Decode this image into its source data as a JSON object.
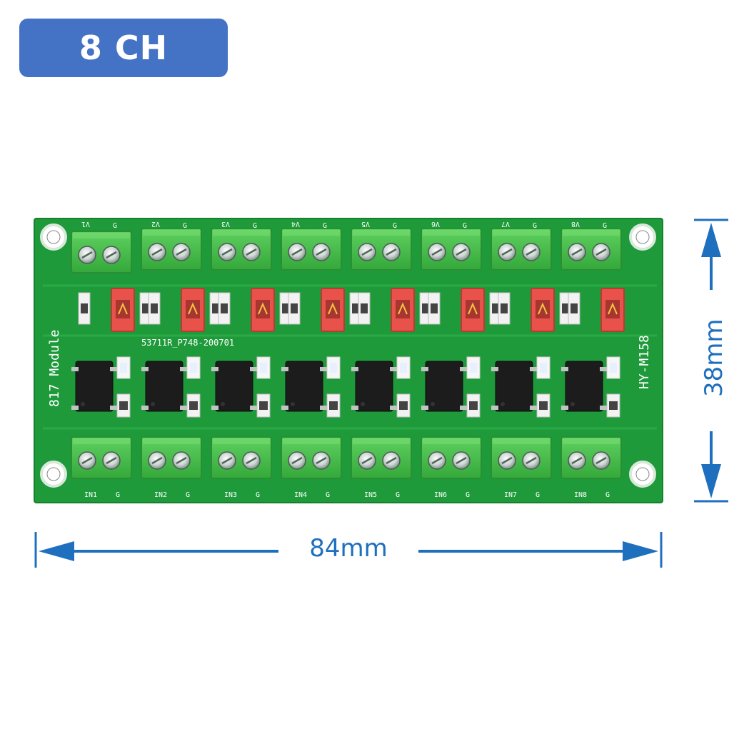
{
  "badge": {
    "label": "8 CH"
  },
  "dimensions": {
    "width": "84mm",
    "height": "38mm"
  },
  "board": {
    "module_label": "817 Module",
    "model_label": "HY-M158",
    "pcb_code": "53711R_P748-200701",
    "top_terminals": [
      {
        "label": "V1",
        "gnd": "G"
      },
      {
        "label": "V2",
        "gnd": "G"
      },
      {
        "label": "V3",
        "gnd": "G"
      },
      {
        "label": "V4",
        "gnd": "G"
      },
      {
        "label": "V5",
        "gnd": "G"
      },
      {
        "label": "V6",
        "gnd": "G"
      },
      {
        "label": "V7",
        "gnd": "G"
      },
      {
        "label": "V8",
        "gnd": "G"
      }
    ],
    "bottom_terminals": [
      {
        "label": "IN1",
        "gnd": "G"
      },
      {
        "label": "IN2",
        "gnd": "G"
      },
      {
        "label": "IN3",
        "gnd": "G"
      },
      {
        "label": "IN4",
        "gnd": "G"
      },
      {
        "label": "IN5",
        "gnd": "G"
      },
      {
        "label": "IN6",
        "gnd": "G"
      },
      {
        "label": "IN7",
        "gnd": "G"
      },
      {
        "label": "IN8",
        "gnd": "G"
      }
    ]
  },
  "colors": {
    "pcb": "#1e9a3a",
    "terminal": "#4cc450",
    "jumper": "#e8524a",
    "badge": "#4472c4",
    "dimension": "#1f6fbf"
  }
}
